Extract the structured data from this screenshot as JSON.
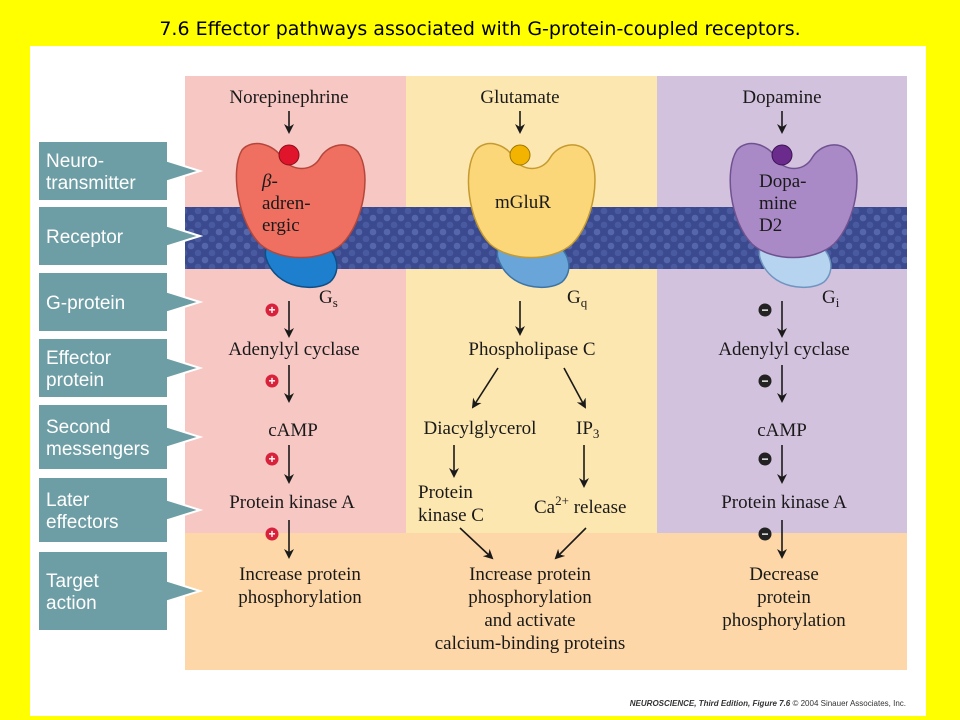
{
  "slide_title": "7.6 Effector pathways associated with G-protein-coupled receptors.",
  "row_labels": [
    {
      "lines": [
        "Neuro-",
        "transmitter"
      ]
    },
    {
      "lines": [
        "Receptor"
      ]
    },
    {
      "lines": [
        "G-protein"
      ]
    },
    {
      "lines": [
        "Effector",
        "protein"
      ]
    },
    {
      "lines": [
        "Second",
        "messengers"
      ]
    },
    {
      "lines": [
        "Later",
        "effectors"
      ]
    },
    {
      "lines": [
        "Target",
        "action"
      ]
    }
  ],
  "pathways": {
    "left": {
      "neurotransmitter": "Norepinephrine",
      "receptor_lines": [
        "β-",
        "adren-",
        "ergic"
      ],
      "g_protein": "G",
      "g_protein_sub": "s",
      "effector": "Adenylyl cyclase",
      "second_messenger": "cAMP",
      "later_effector": "Protein kinase A",
      "target_lines": [
        "Increase protein",
        "phosphorylation"
      ],
      "sign": "+"
    },
    "middle": {
      "neurotransmitter": "Glutamate",
      "receptor": "mGluR",
      "g_protein": "G",
      "g_protein_sub": "q",
      "effector": "Phospholipase C",
      "second_messenger_a": "Diacylglycerol",
      "second_messenger_b": "IP",
      "second_messenger_b_sub": "3",
      "later_effector_a_lines": [
        "Protein",
        "kinase C"
      ],
      "later_effector_b": "Ca",
      "later_effector_b_sup": "2+",
      "later_effector_b_rest": " release",
      "target_lines": [
        "Increase protein",
        "phosphorylation",
        "and activate",
        "calcium-binding proteins"
      ]
    },
    "right": {
      "neurotransmitter": "Dopamine",
      "receptor_lines": [
        "Dopa-",
        "mine",
        "D2"
      ],
      "g_protein": "G",
      "g_protein_sub": "i",
      "effector": "Adenylyl cyclase",
      "second_messenger": "cAMP",
      "later_effector": "Protein kinase A",
      "target_lines": [
        "Decrease",
        "protein",
        "phosphorylation"
      ],
      "sign": "−"
    }
  },
  "credit": {
    "bold": "NEUROSCIENCE, Third Edition, Figure 7.6",
    "rest": "  © 2004 Sinauer Associates, Inc."
  },
  "colors": {
    "slide_bg": "#ffff00",
    "panel_left": "#f7c7c3",
    "panel_middle": "#fde7b0",
    "panel_right": "#d2c2de",
    "target_band": "#fdd7a7",
    "label_box": "#6e9ea5",
    "membrane": "#3b4a8f",
    "receptor_left": "#ef6f61",
    "receptor_middle": "#fbd77a",
    "receptor_right": "#a98ac6",
    "gprotein_left": "#1f7fcf",
    "gprotein_middle": "#6aa5d9",
    "gprotein_right": "#b6d3ef",
    "ligand_left": "#e0142b",
    "ligand_middle": "#f2b400",
    "ligand_right": "#6a2b8c",
    "plus_sign": "#d8213b",
    "minus_sign": "#222222"
  }
}
